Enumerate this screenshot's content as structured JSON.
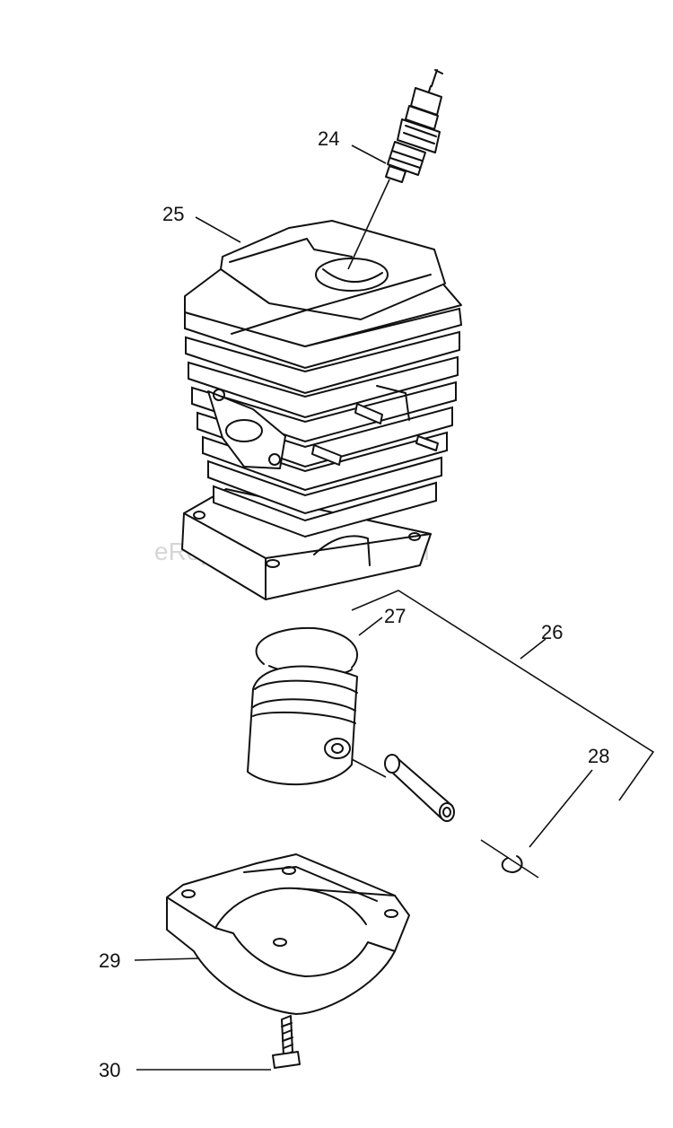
{
  "watermark": "eReplacementParts.com",
  "callouts": {
    "c24": "24",
    "c25": "25",
    "c26": "26",
    "c27": "27",
    "c28": "28",
    "c29": "29",
    "c30": "30"
  },
  "colors": {
    "line": "#111111",
    "background": "#ffffff",
    "watermark": "#d6d6d6"
  }
}
